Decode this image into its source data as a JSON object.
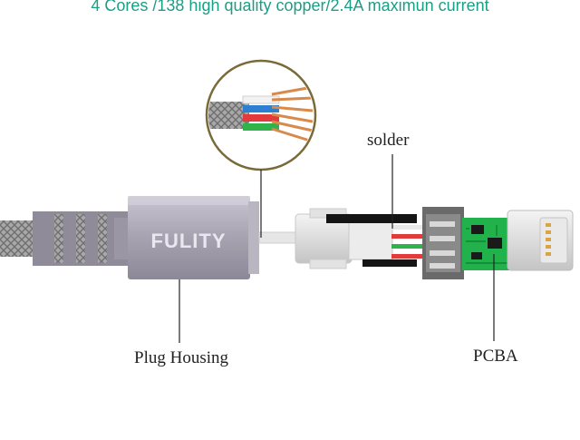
{
  "headline": "4 Cores /138 high quality copper/2.4A maximun current",
  "brand": "FULITY",
  "labels": {
    "solder": "solder",
    "plug_housing": "Plug Housing",
    "pcba": "PCBA"
  },
  "colors": {
    "headline": "#1a9e86",
    "housing": "#a9a5b3",
    "braid": "#9e9e9e",
    "pcb": "#22b24c",
    "circle_border": "#7a6a3a",
    "wire_red": "#e23b3b",
    "wire_green": "#2fb34a",
    "wire_white": "#f2f2f2",
    "wire_blue": "#2d7fd0",
    "copper": "#d9894a"
  }
}
